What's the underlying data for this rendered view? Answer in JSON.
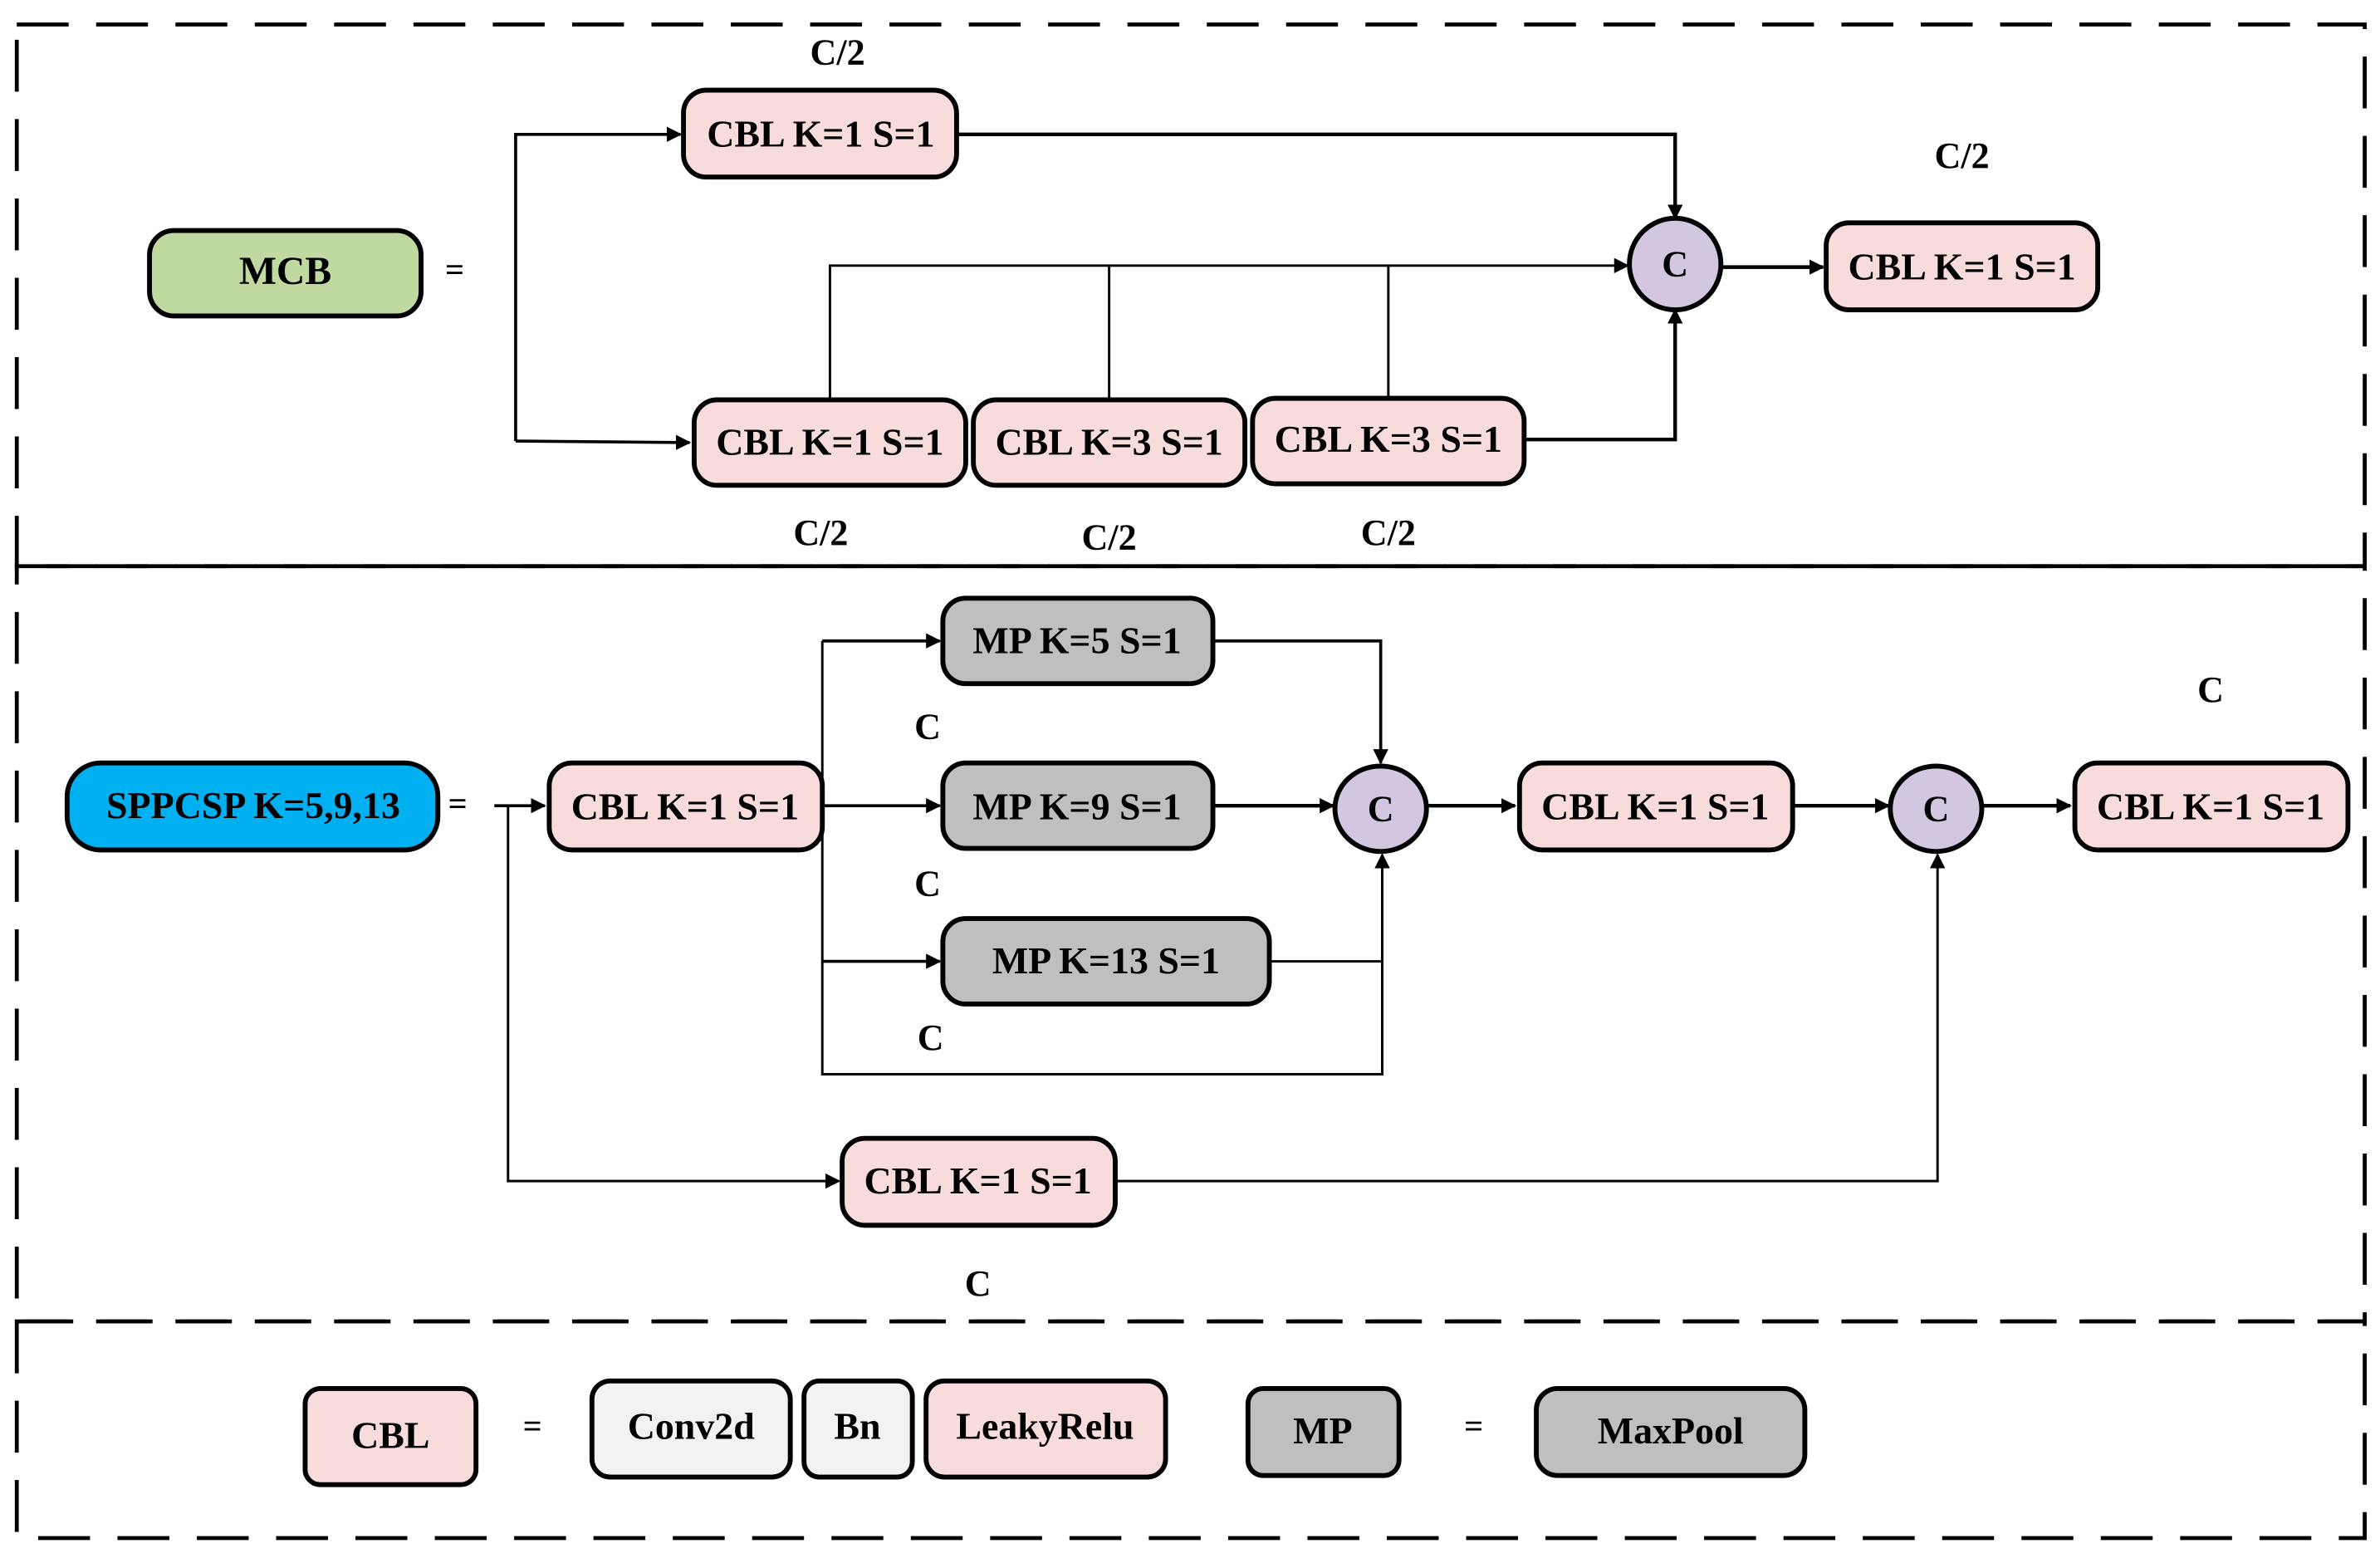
{
  "colors": {
    "cbl": "#f8dcdb",
    "mp": "#bfbfbf",
    "mcb": "#c0d9a1",
    "sppcsp": "#00b0f0",
    "concat": "#d2c6e0",
    "conv": "#f2f2f2",
    "line": "#000000"
  },
  "mcb_section": {
    "title": "MCB",
    "equals": "=",
    "top_cbl": {
      "label": "CBL K=1 S=1",
      "channels": "C/2"
    },
    "chain": [
      {
        "label": "CBL K=1 S=1",
        "channels": "C/2"
      },
      {
        "label": "CBL K=3 S=1",
        "channels": "C/2"
      },
      {
        "label": "CBL K=3 S=1",
        "channels": "C/2"
      }
    ],
    "concat": "C",
    "out_cbl": {
      "label": "CBL K=1 S=1",
      "channels": "C/2"
    }
  },
  "spp_section": {
    "title": "SPPCSP K=5,9,13",
    "equals": "=",
    "in_cbl": {
      "label": "CBL K=1 S=1"
    },
    "pools": [
      {
        "label": "MP K=5 S=1",
        "channels": "C"
      },
      {
        "label": "MP K=9 S=1",
        "channels": "C"
      },
      {
        "label": "MP K=13 S=1",
        "channels": "C"
      }
    ],
    "concat1": "C",
    "mid_cbl": {
      "label": "CBL K=1 S=1"
    },
    "concat2": "C",
    "out_cbl": {
      "label": "CBL K=1 S=1",
      "channels": "C"
    },
    "shortcut_cbl": {
      "label": "CBL K=1 S=1",
      "channels": "C"
    }
  },
  "legend": {
    "cbl": "CBL",
    "equals1": "=",
    "parts": [
      "Conv2d",
      "Bn",
      "LeakyRelu"
    ],
    "mp": "MP",
    "equals2": "=",
    "maxpool": "MaxPool"
  }
}
